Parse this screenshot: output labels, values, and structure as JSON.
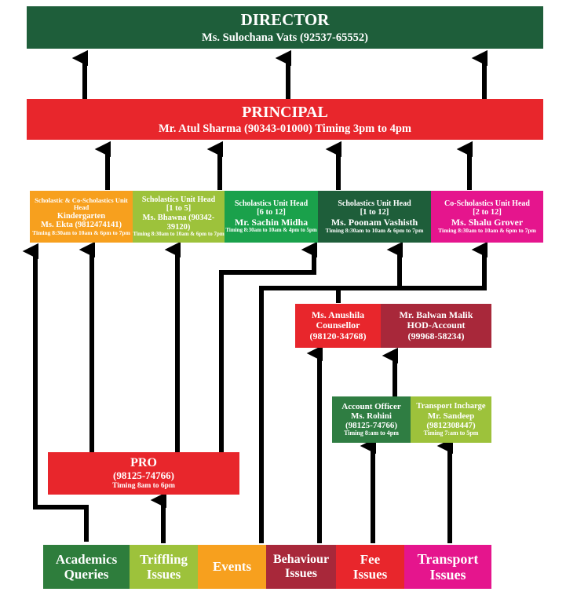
{
  "colors": {
    "director": "#1e5e3a",
    "principal": "#e8262c",
    "unit_kindergarten": "#f7a01e",
    "unit_1_5": "#9dc23b",
    "unit_6_12": "#1aa14b",
    "unit_1_12": "#1e5e3a",
    "unit_2_12": "#e5158d",
    "counsellor": "#e8262c",
    "hod_account": "#a8283a",
    "account_officer": "#2f7d42",
    "transport_incharge": "#9dc23b",
    "pro": "#e8262c",
    "arrow": "#000000"
  },
  "director": {
    "title": "DIRECTOR",
    "name": "Ms. Sulochana Vats  (92537-65552)"
  },
  "principal": {
    "title": "PRINCIPAL",
    "name": "Mr. Atul Sharma (90343-01000) Timing 3pm to 4pm"
  },
  "units": [
    {
      "head": "Scholastic & Co-Scholastics Unit Head",
      "range": "Kindergarten",
      "name": "Ms. Ekta (9812474141)",
      "timing": "Timing 8:30am to 10am & 6pm to 7pm"
    },
    {
      "head": "Scholastics Unit Head",
      "range": "[1 to 5]",
      "name": "Ms. Bhawna (90342-39120)",
      "timing": "Timing 8:30am to 10am & 6pm to 7pm"
    },
    {
      "head": "Scholastics Unit Head",
      "range": "[6 to 12]",
      "name": "Mr. Sachin Midha",
      "timing": "Timing 8:30am to 10am & 4pm to 5pm"
    },
    {
      "head": "Scholastics Unit Head",
      "range": "[1 to 12]",
      "name": "Ms. Poonam Vashisth",
      "timing": "Timing 8:30am to 10am & 6pm to 7pm"
    },
    {
      "head": "Co-Scholastics Unit Head",
      "range": "[2 to 12]",
      "name": "Ms. Shalu Grover",
      "timing": "Timing 8:30am to 10am & 6pm to 7pm"
    }
  ],
  "counsellor": {
    "name": "Ms. Anushila",
    "role": "Counsellor",
    "phone": "(98120-34768)"
  },
  "hod": {
    "name": "Mr. Balwan Malik",
    "role": "HOD-Account",
    "phone": "(99968-58234)"
  },
  "account_officer": {
    "role": "Account Officer",
    "name": "Ms. Rohini",
    "phone": "(98125-74766)",
    "timing": "Timing 8:am to 4pm"
  },
  "transport": {
    "role": "Transport Incharge",
    "name": "Mr. Sandeep",
    "phone": "(9812308447)",
    "timing": "Timing 7:am to 5pm"
  },
  "pro": {
    "title": "PRO",
    "phone": "(98125-74766)",
    "timing": "Timing 8am to 6pm"
  },
  "issues": [
    {
      "line1": "Academics",
      "line2": "Queries",
      "color": "#2e7d3c"
    },
    {
      "line1": "Triffling",
      "line2": "Issues",
      "color": "#9dc23b"
    },
    {
      "line1": "Events",
      "line2": "",
      "color": "#f7a01e"
    },
    {
      "line1": "Behaviour",
      "line2": "Issues",
      "color": "#a8283a"
    },
    {
      "line1": "Fee",
      "line2": "Issues",
      "color": "#e8262c"
    },
    {
      "line1": "Transport",
      "line2": "Issues",
      "color": "#e5158d"
    }
  ]
}
